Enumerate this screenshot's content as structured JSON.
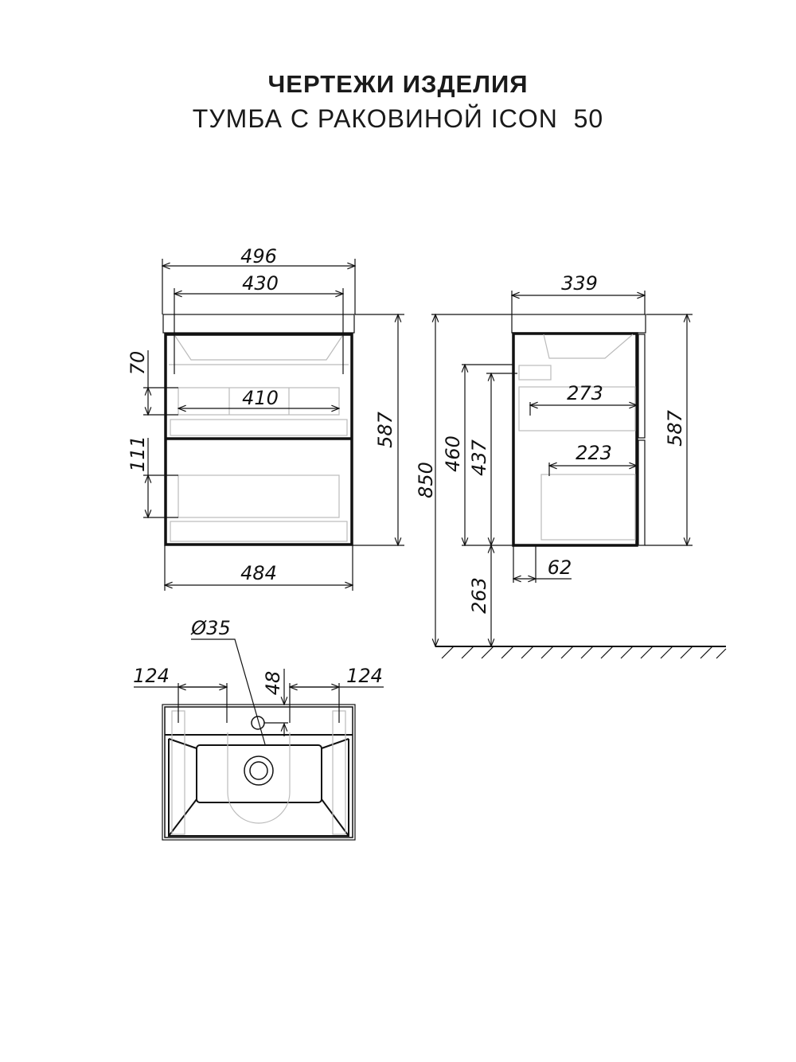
{
  "header": {
    "title": "ЧЕРТЕЖИ ИЗДЕЛИЯ",
    "subtitle": "ТУМБА С РАКОВИНОЙ ICON  50"
  },
  "front_view": {
    "overall_width": "496",
    "sink_width": "430",
    "drawer_inner_width": "410",
    "drawer1_height": "70",
    "drawer2_height": "111",
    "cabinet_height": "587",
    "body_width": "484"
  },
  "side_view": {
    "depth": "339",
    "total_height": "850",
    "cabinet_height": "587",
    "height_460": "460",
    "height_437": "437",
    "drawer1_depth": "273",
    "drawer2_depth": "223",
    "offset_62": "62",
    "floor_clearance": "263"
  },
  "top_view": {
    "hole_diameter": "Ø35",
    "left_offset": "124",
    "right_offset": "124",
    "hole_offset": "48"
  }
}
